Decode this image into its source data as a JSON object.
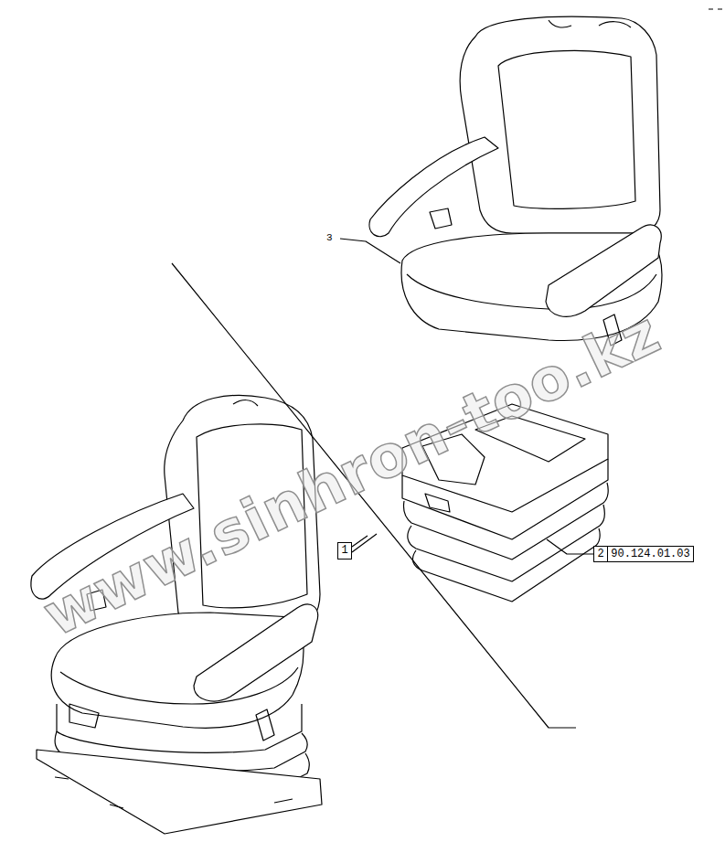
{
  "diagram": {
    "nodes": [
      {
        "text": [
          "1"
        ]
      },
      {
        "text": [
          "2"
        ]
      },
      {
        "text": [
          "90.124.01.03"
        ]
      }
    ],
    "labels": [
      "3",
      "www.sinhron-too.kz"
    ]
  }
}
